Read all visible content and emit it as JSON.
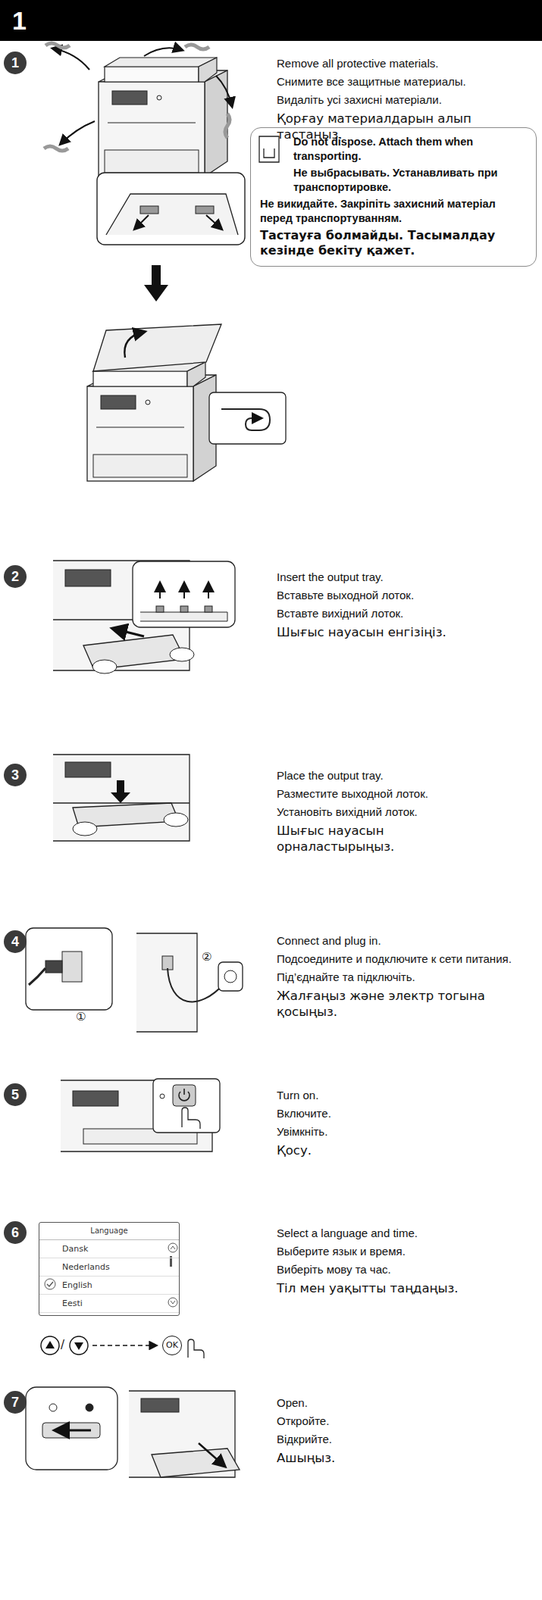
{
  "diagram": {
    "nodes": [
      {
        "text": [
          "1"
        ]
      },
      {
        "text": [
          "1"
        ]
      },
      {
        "text": [
          "Do not dispose. Attach them when transporting.",
          "Не выбрасывать. Устанавливать при транспортировке.",
          "Не викидайте. Закріпіть захисний матеріал перед транспортуванням.",
          "Тастауға болмайды. Тасымалдау кезінде бекіту қажет."
        ]
      },
      {
        "text": [
          "2"
        ]
      },
      {
        "text": [
          "3"
        ]
      },
      {
        "text": [
          "4"
        ]
      },
      {
        "text": [
          "5"
        ]
      },
      {
        "text": [
          "6"
        ]
      },
      {
        "text": [
          "Language",
          "Dansk",
          "Nederlands",
          "English",
          "Eesti"
        ]
      },
      {
        "text": [
          "OK"
        ]
      },
      {
        "text": [
          "7"
        ]
      }
    ],
    "labels": [
      "Remove all protective materials.",
      "Снимите все защитные материалы.",
      "Видаліть усі захисні матеріали.",
      "Қорғау материалдарын алып тастаңыз.",
      "Insert the output tray.",
      "Вставьте выходной лоток.",
      "Вставте вихідний лоток.",
      "Шығыс науасын енгізіңіз.",
      "Place the output tray.",
      "Разместите выходной лоток.",
      "Установіть вихідний лоток.",
      "Шығыс науасын орналастырыңыз.",
      "Connect and plug in.",
      "Подсоедините и подключите к сети питания.",
      "Під’єднайте та підключіть.",
      "Жалғаңыз және электр тогына қосыңыз.",
      "①",
      "②",
      "Turn on.",
      "Включите.",
      "Увімкніть.",
      "Қосу.",
      "Select a language and time.",
      "Выберите язык и время.",
      "Виберіть мову та час.",
      "Тіл мен уақытты таңдаңыз.",
      "/",
      "Open.",
      "Откройте.",
      "Відкрийте.",
      "Ашыңыз."
    ]
  }
}
